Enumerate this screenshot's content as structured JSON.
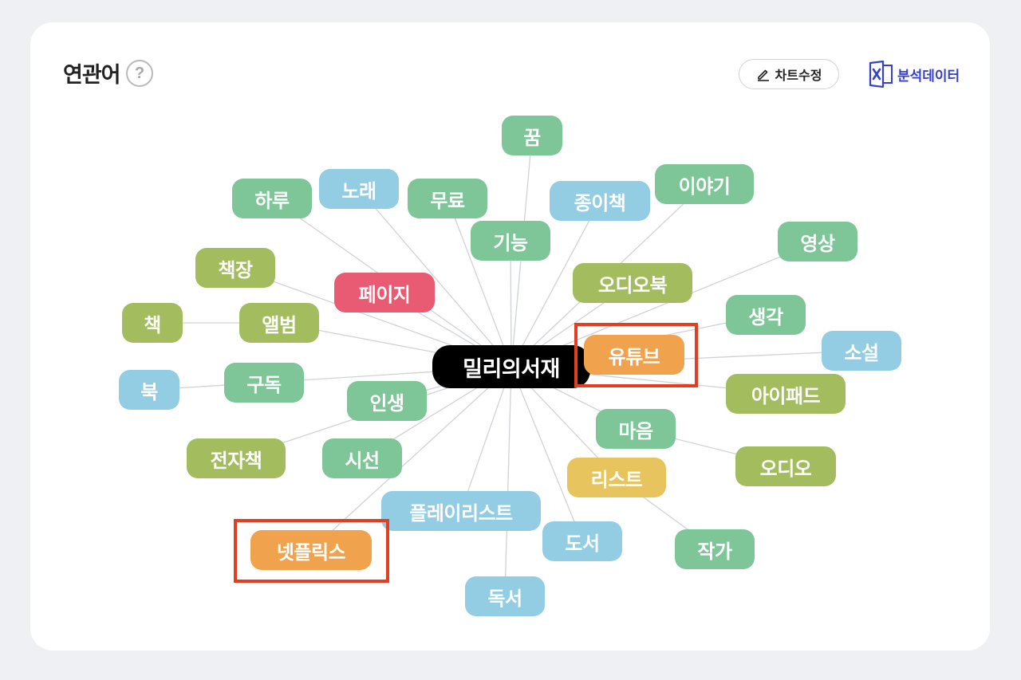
{
  "header": {
    "title": "연관어",
    "help_label": "?",
    "edit_button_label": "차트수정",
    "analysis_link_label": "분석데이터"
  },
  "graph": {
    "center": "밀리의서재",
    "nodes": [
      {
        "id": "kkum",
        "label": "꿈",
        "color": "#7ec597"
      },
      {
        "id": "haru",
        "label": "하루",
        "color": "#7ec597"
      },
      {
        "id": "norae",
        "label": "노래",
        "color": "#92cde3"
      },
      {
        "id": "muryo",
        "label": "무료",
        "color": "#7ec597"
      },
      {
        "id": "jongichaek",
        "label": "종이책",
        "color": "#92cde3"
      },
      {
        "id": "iyagi",
        "label": "이야기",
        "color": "#7ec597"
      },
      {
        "id": "gineung",
        "label": "기능",
        "color": "#7ec597"
      },
      {
        "id": "yeongsang",
        "label": "영상",
        "color": "#7ec597"
      },
      {
        "id": "chaekjang",
        "label": "책장",
        "color": "#a3bd5e"
      },
      {
        "id": "audiobook",
        "label": "오디오북",
        "color": "#a3bd5e"
      },
      {
        "id": "page",
        "label": "페이지",
        "color": "#e95b72"
      },
      {
        "id": "saenggak",
        "label": "생각",
        "color": "#7ec597"
      },
      {
        "id": "chaek",
        "label": "책",
        "color": "#a3bd5e"
      },
      {
        "id": "album",
        "label": "앨범",
        "color": "#a3bd5e"
      },
      {
        "id": "youtube",
        "label": "유튜브",
        "color": "#f0a24c",
        "highlighted": true
      },
      {
        "id": "soseol",
        "label": "소설",
        "color": "#92cde3"
      },
      {
        "id": "buk",
        "label": "북",
        "color": "#92cde3"
      },
      {
        "id": "gudok",
        "label": "구독",
        "color": "#7ec597"
      },
      {
        "id": "ipad",
        "label": "아이패드",
        "color": "#a3bd5e"
      },
      {
        "id": "insaeng",
        "label": "인생",
        "color": "#7ec597"
      },
      {
        "id": "maeum",
        "label": "마음",
        "color": "#7ec597"
      },
      {
        "id": "jeonjachaek",
        "label": "전자책",
        "color": "#a3bd5e"
      },
      {
        "id": "siseon",
        "label": "시선",
        "color": "#7ec597"
      },
      {
        "id": "audio",
        "label": "오디오",
        "color": "#a3bd5e"
      },
      {
        "id": "list",
        "label": "리스트",
        "color": "#e8c45f"
      },
      {
        "id": "playlist",
        "label": "플레이리스트",
        "color": "#92cde3"
      },
      {
        "id": "netflix",
        "label": "넷플릭스",
        "color": "#f0a24c",
        "highlighted": true
      },
      {
        "id": "doseo",
        "label": "도서",
        "color": "#92cde3"
      },
      {
        "id": "jakga",
        "label": "작가",
        "color": "#7ec597"
      },
      {
        "id": "dokseo",
        "label": "독서",
        "color": "#92cde3"
      }
    ]
  }
}
